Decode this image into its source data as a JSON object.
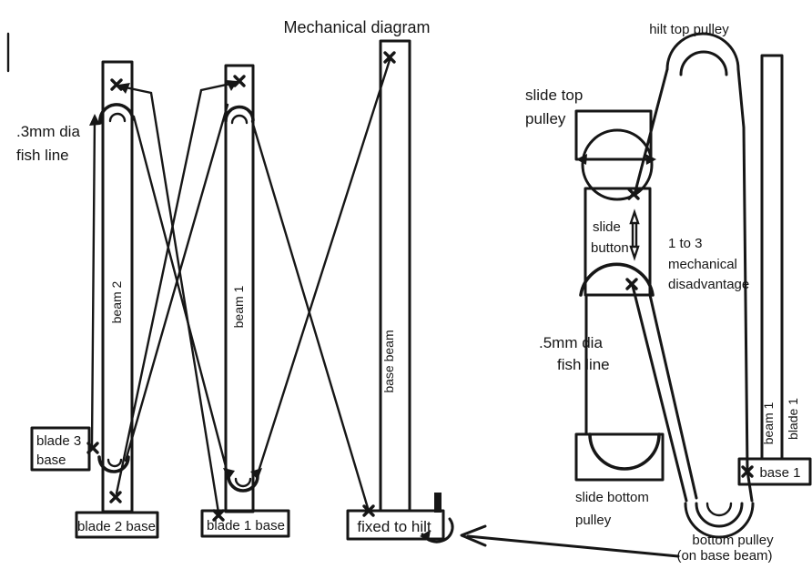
{
  "colors": {
    "ink": "#161616",
    "background": "#ffffff"
  },
  "title": "Mechanical diagram",
  "left": {
    "fish_line": [
      ".3mm dia",
      "fish line"
    ],
    "beam2": "beam 2",
    "beam1": "beam 1",
    "base_beam": "base beam",
    "blade3_base": [
      "blade 3",
      "base"
    ],
    "blade2_base": "blade 2 base",
    "blade1_base": "blade 1 base",
    "fixed_to_hilt": "fixed to hilt"
  },
  "right": {
    "hilt_top_pulley": "hilt top pulley",
    "slide_top_pulley": [
      "slide top",
      "pulley"
    ],
    "slide_button": [
      "slide",
      "button"
    ],
    "mech_disadvantage": [
      "1 to 3",
      "mechanical",
      "disadvantage"
    ],
    "fish_line": [
      ".5mm dia",
      "fish line"
    ],
    "slide_bottom_pulley": [
      "slide bottom",
      "pulley"
    ],
    "bottom_pulley": [
      "bottom pulley",
      "(on base beam)"
    ],
    "beam1": "beam 1",
    "blade1": "blade 1",
    "base1": "base 1"
  }
}
